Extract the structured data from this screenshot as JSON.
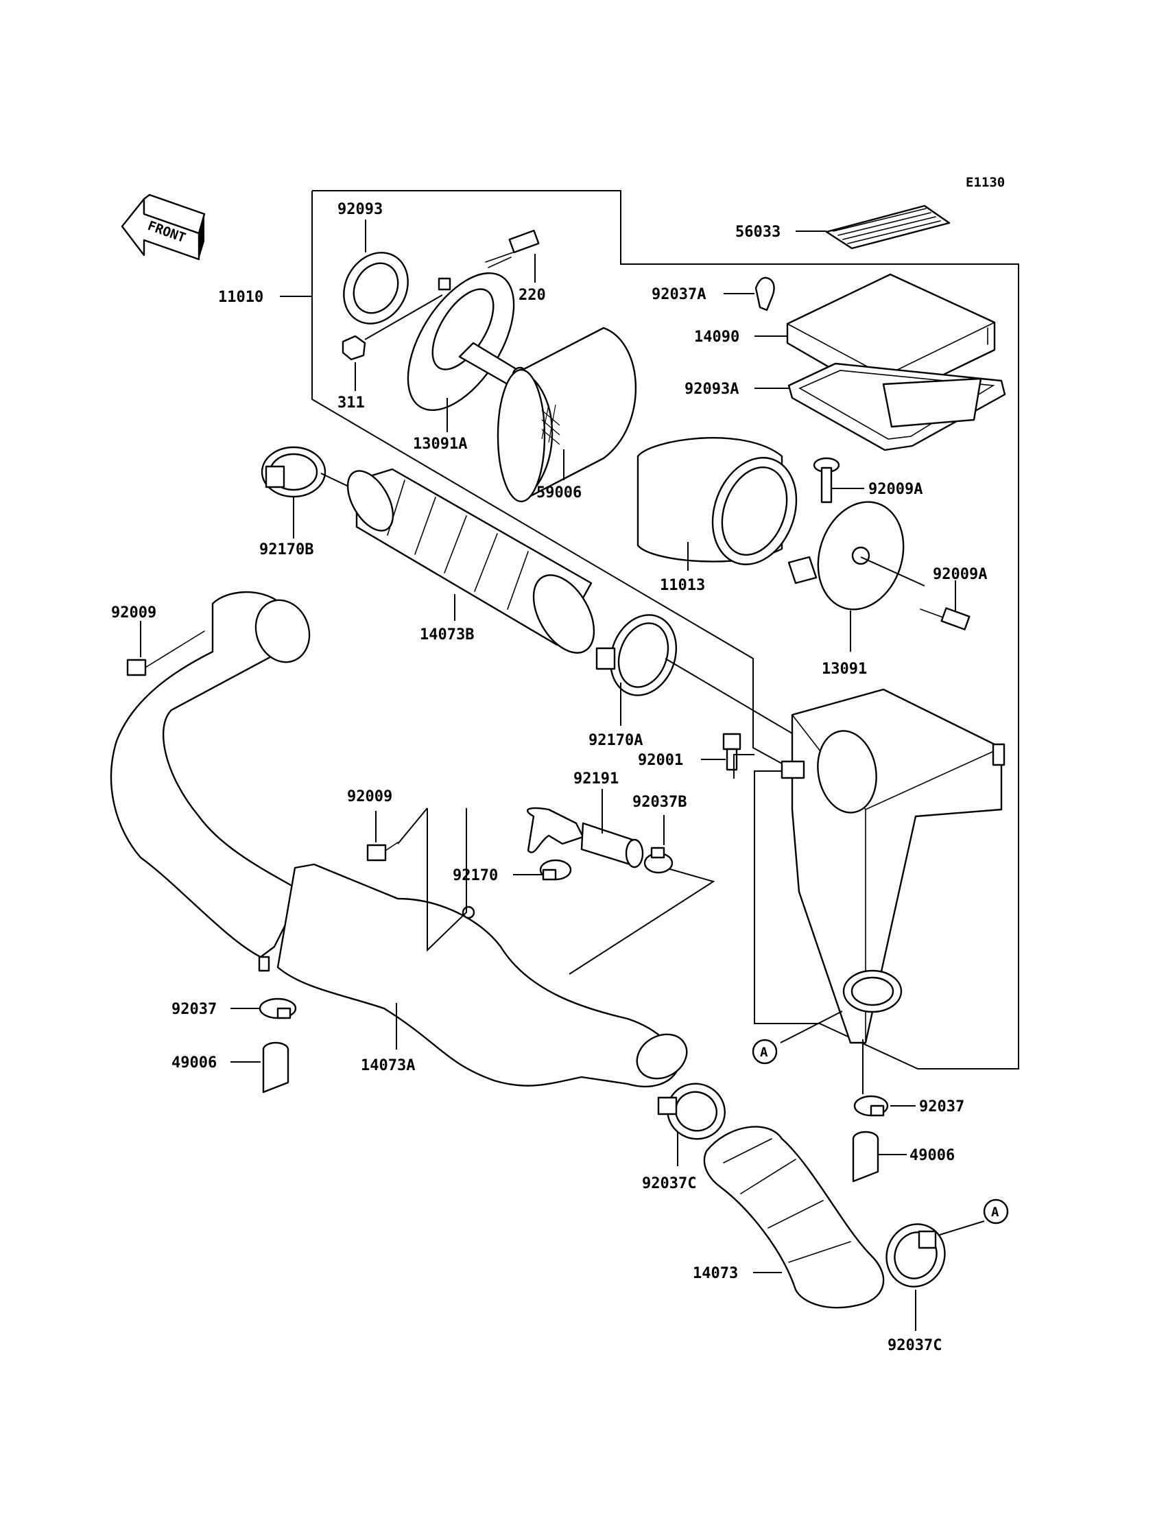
{
  "figure_code": "E1130",
  "front_label": "FRONT",
  "ref_marker": "A",
  "parts": {
    "p92093": "92093",
    "p220": "220",
    "p11010": "11010",
    "p311": "311",
    "p13091A": "13091A",
    "p59006": "59006",
    "p56033": "56033",
    "p92037A": "92037A",
    "p14090": "14090",
    "p92093A": "92093A",
    "p92009A_top": "92009A",
    "p92009A_right": "92009A",
    "p13091": "13091",
    "p11013": "11013",
    "p92170B": "92170B",
    "p14073B": "14073B",
    "p92009_left": "92009",
    "p92170A": "92170A",
    "p92001": "92001",
    "p92191": "92191",
    "p92037B": "92037B",
    "p92009_mid": "92009",
    "p92170": "92170",
    "p92037_left": "92037",
    "p49006_left": "49006",
    "p14073A": "14073A",
    "p92037_right": "92037",
    "p49006_right": "49006",
    "p92037C_mid": "92037C",
    "p14073": "14073",
    "p92037C_right": "92037C"
  }
}
